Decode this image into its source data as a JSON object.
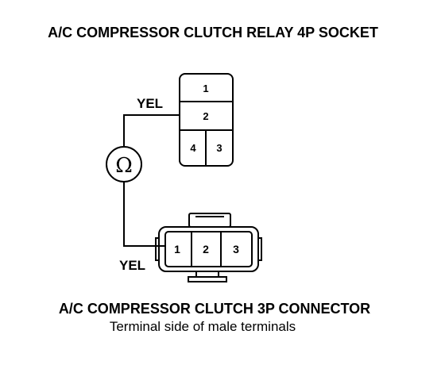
{
  "relay_socket": {
    "title": "A/C COMPRESSOR CLUTCH RELAY 4P SOCKET",
    "pins": [
      "1",
      "2",
      "4",
      "3"
    ]
  },
  "connector": {
    "title": "A/C COMPRESSOR CLUTCH 3P CONNECTOR",
    "subtitle": "Terminal side of male terminals",
    "pins": [
      "1",
      "2",
      "3"
    ]
  },
  "wires": {
    "upper_label": "YEL",
    "lower_label": "YEL"
  },
  "meter": {
    "symbol": "Ω"
  }
}
